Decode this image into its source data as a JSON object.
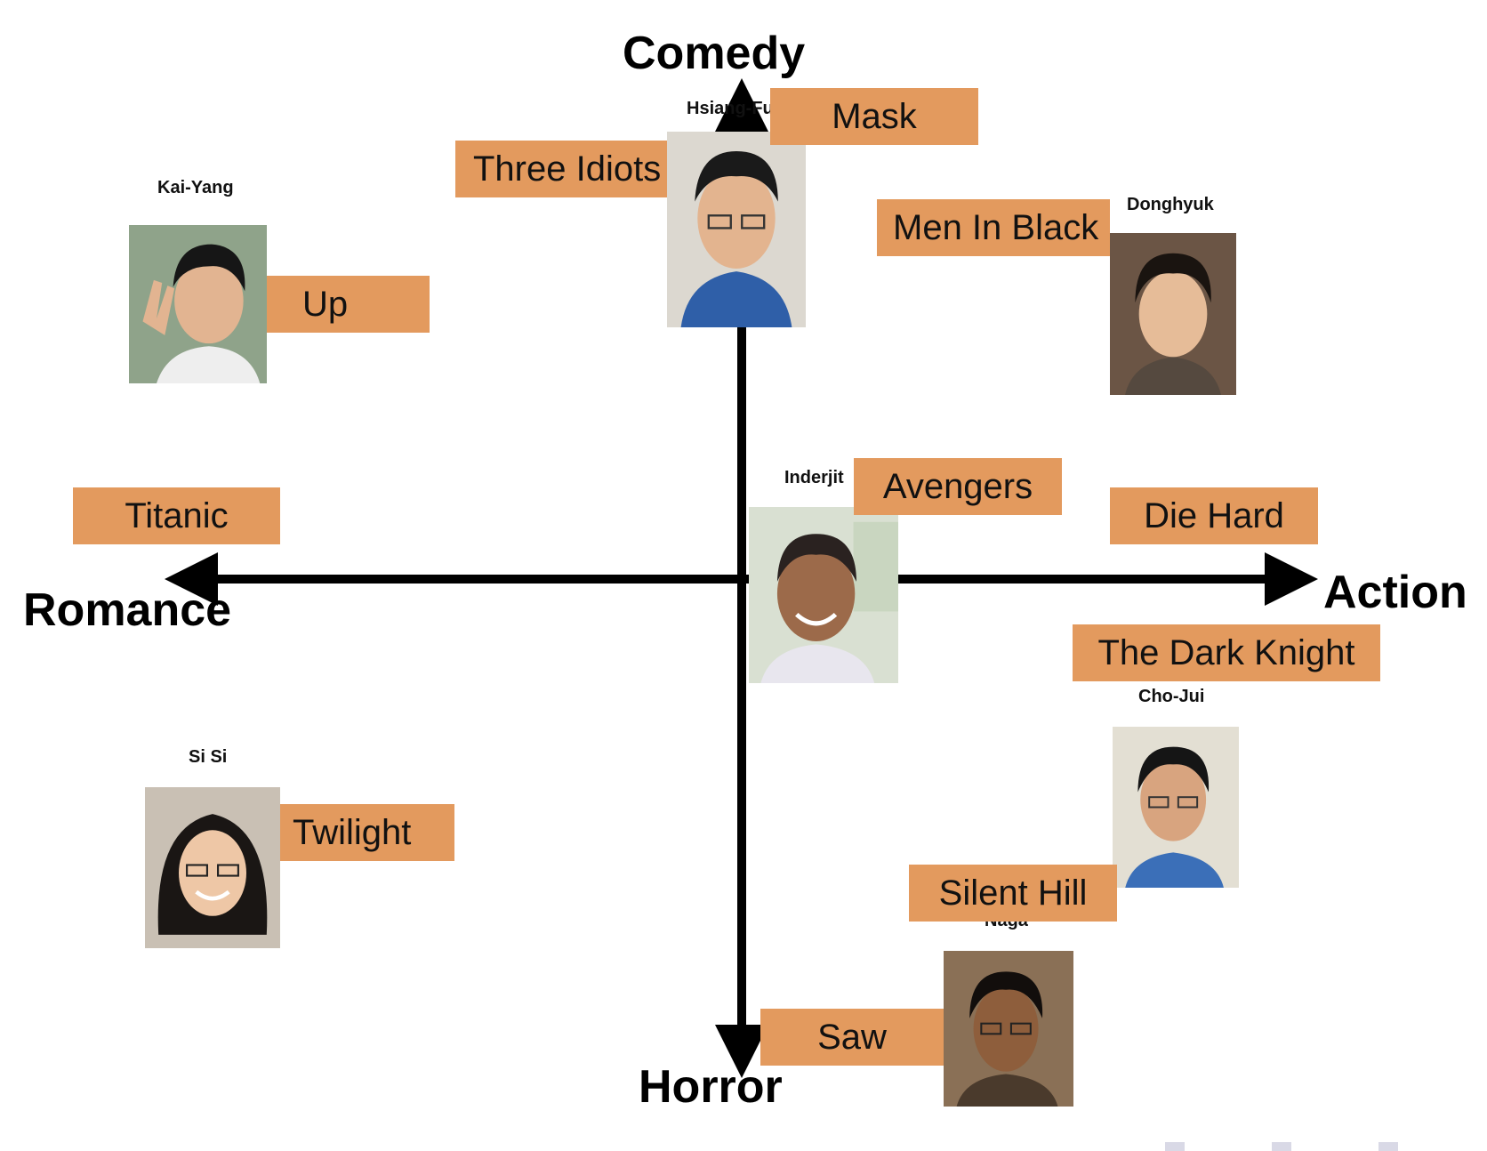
{
  "axes": {
    "top": "Comedy",
    "bottom": "Horror",
    "left": "Romance",
    "right": "Action"
  },
  "movies": {
    "mask": "Mask",
    "three_idiots": "Three Idiots",
    "men_in_black": "Men In Black",
    "up": "Up",
    "titanic": "Titanic",
    "avengers": "Avengers",
    "die_hard": "Die Hard",
    "the_dark_knight": "The Dark Knight",
    "twilight": "Twilight",
    "silent_hill": "Silent Hill",
    "saw": "Saw"
  },
  "people": {
    "hsiang_fu": "Hsiang-Fu",
    "kai_yang": "Kai-Yang",
    "donghyuk": "Donghyuk",
    "inderjit": "Inderjit",
    "cho_jui": "Cho-Jui",
    "si_si": "Si Si",
    "naga": "Naga"
  },
  "colors": {
    "movie_box": "#E39A5E",
    "axis": "#000000"
  }
}
